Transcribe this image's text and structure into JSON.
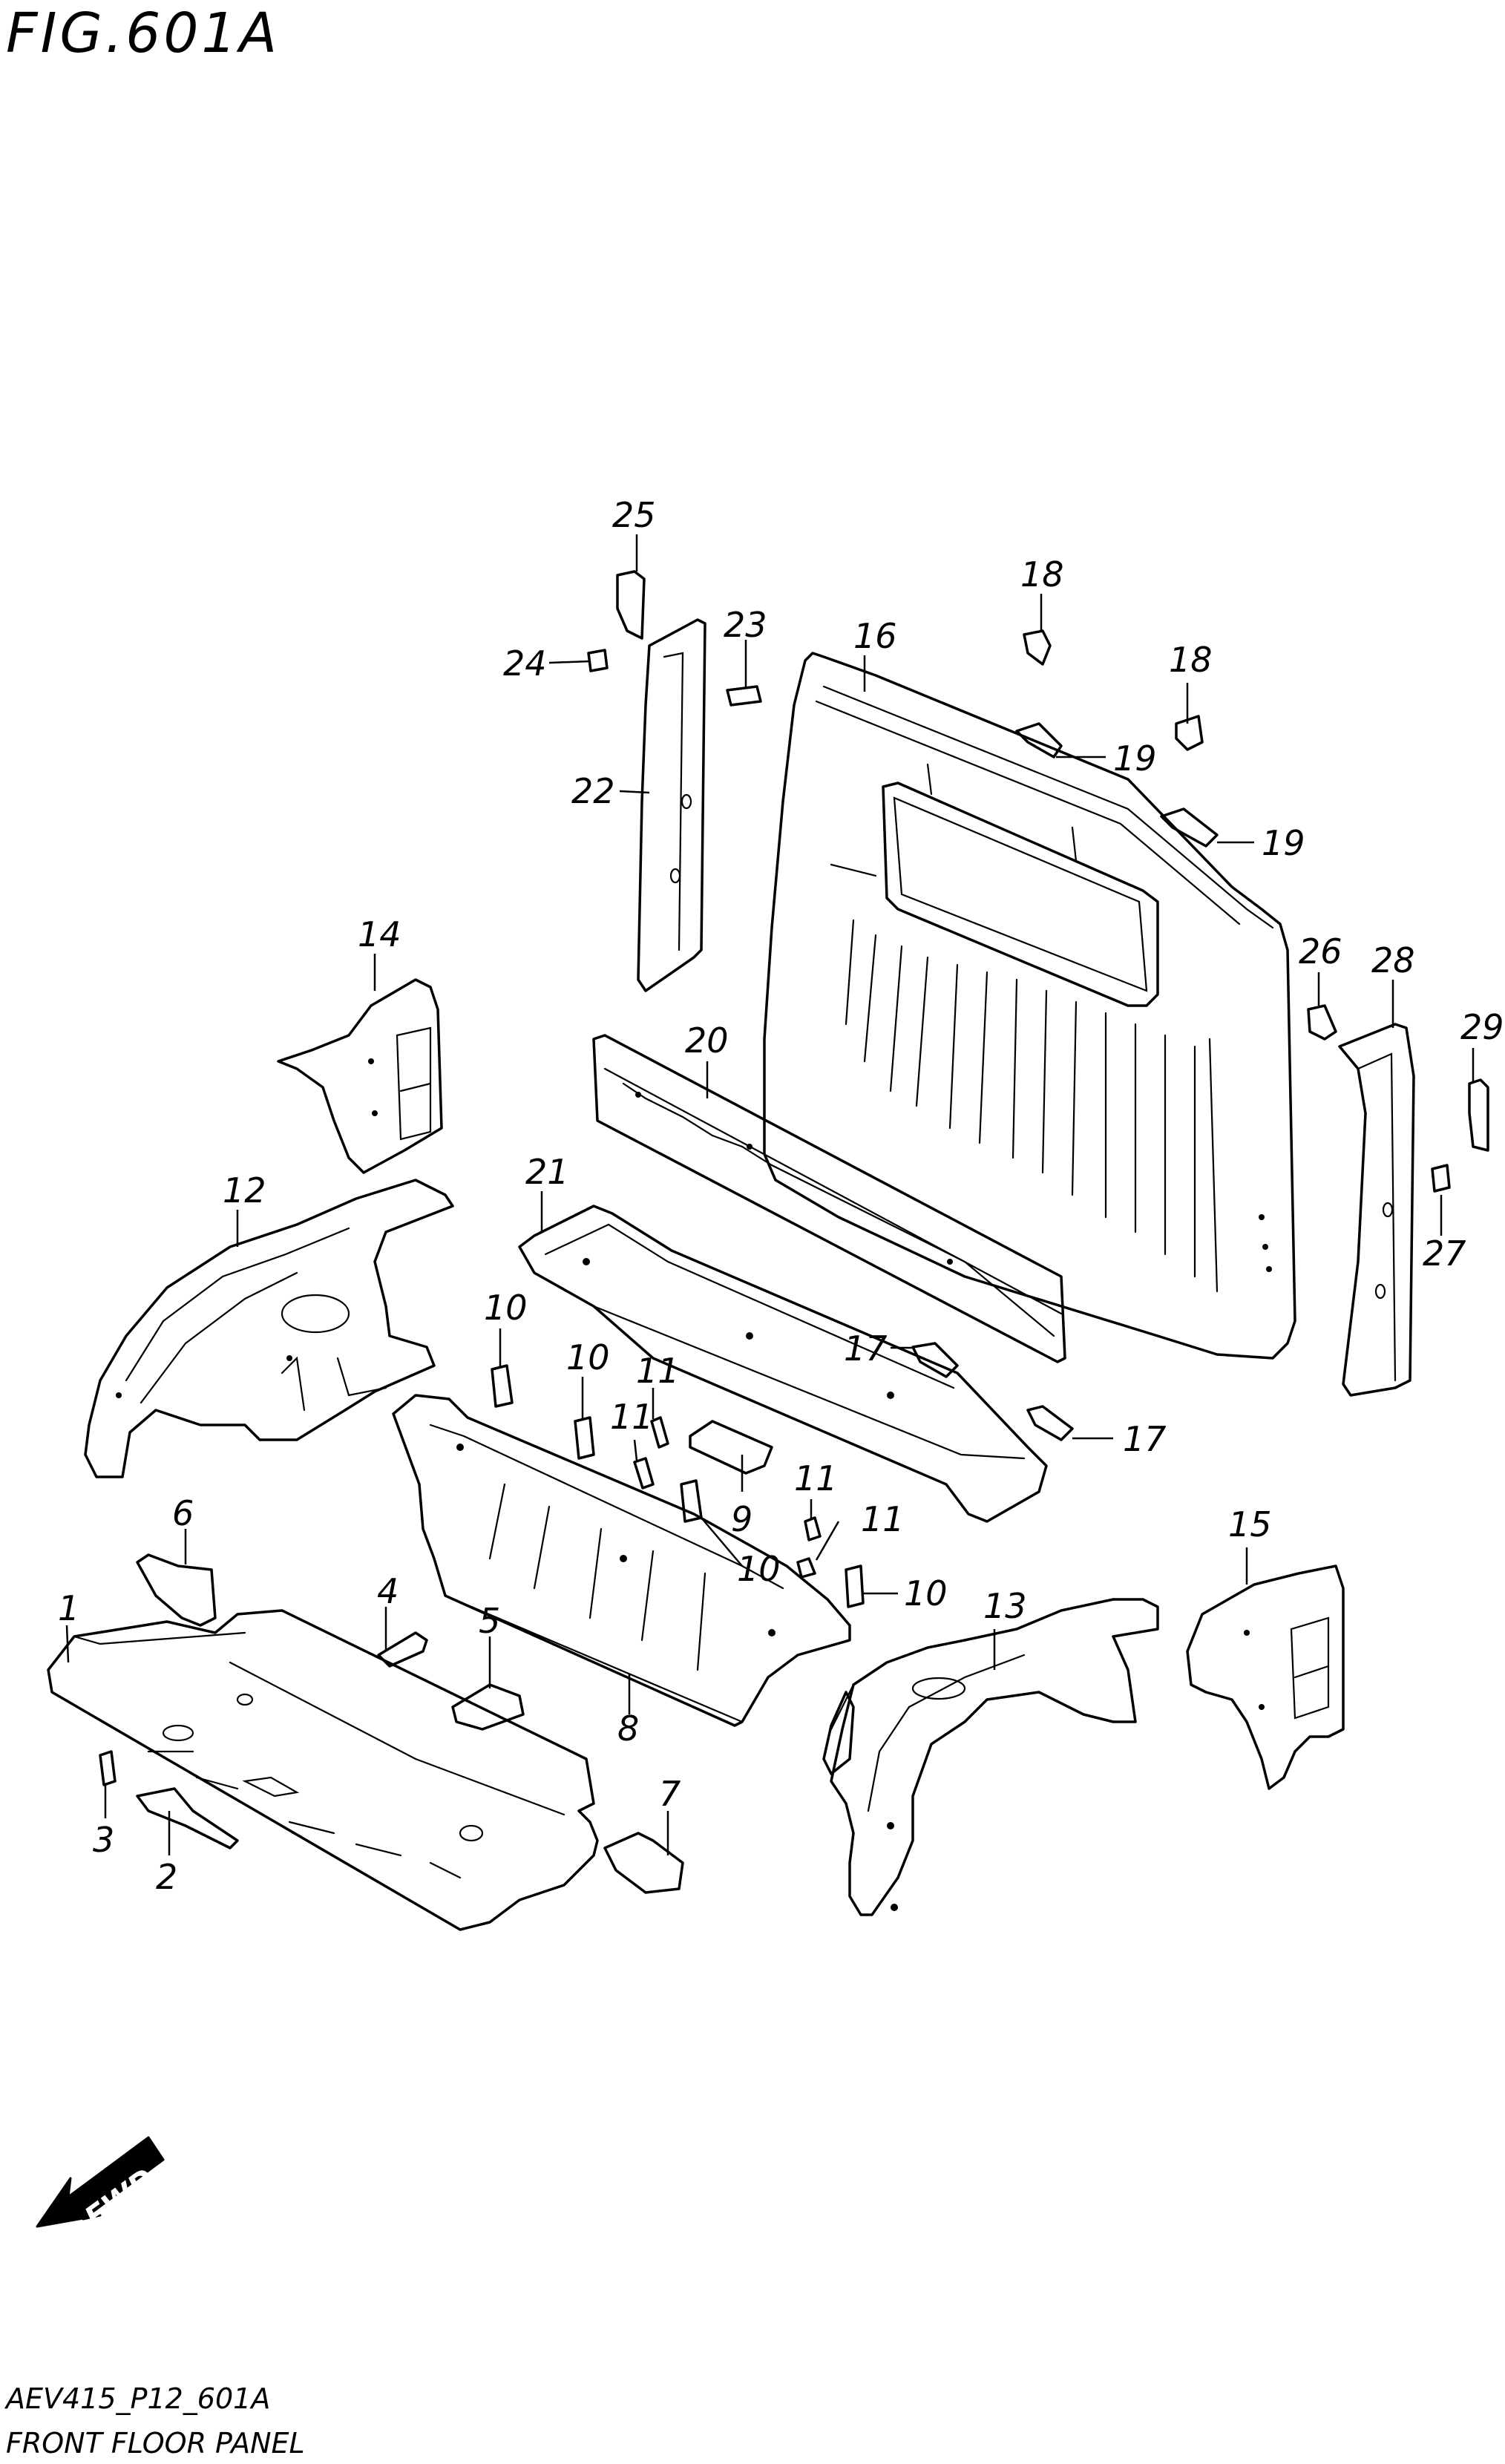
{
  "figure": {
    "title": "FIG.601A"
  },
  "footer": {
    "code": "AEV415_P12_601A",
    "caption": "FRONT FLOOR PANEL"
  },
  "fwd_arrow": {
    "label": "FWD",
    "icon": "fwd-arrow-icon"
  },
  "callouts": [
    {
      "id": "c1",
      "label": "1"
    },
    {
      "id": "c2",
      "label": "2"
    },
    {
      "id": "c3",
      "label": "3"
    },
    {
      "id": "c4",
      "label": "4"
    },
    {
      "id": "c5",
      "label": "5"
    },
    {
      "id": "c6",
      "label": "6"
    },
    {
      "id": "c7",
      "label": "7"
    },
    {
      "id": "c8",
      "label": "8"
    },
    {
      "id": "c9",
      "label": "9"
    },
    {
      "id": "c10a",
      "label": "10"
    },
    {
      "id": "c10b",
      "label": "10"
    },
    {
      "id": "c10c",
      "label": "10"
    },
    {
      "id": "c10d",
      "label": "10"
    },
    {
      "id": "c11a",
      "label": "11"
    },
    {
      "id": "c11b",
      "label": "11"
    },
    {
      "id": "c11c",
      "label": "11"
    },
    {
      "id": "c11d",
      "label": "11"
    },
    {
      "id": "c12",
      "label": "12"
    },
    {
      "id": "c13",
      "label": "13"
    },
    {
      "id": "c14",
      "label": "14"
    },
    {
      "id": "c15",
      "label": "15"
    },
    {
      "id": "c16",
      "label": "16"
    },
    {
      "id": "c17a",
      "label": "17"
    },
    {
      "id": "c17b",
      "label": "17"
    },
    {
      "id": "c18a",
      "label": "18"
    },
    {
      "id": "c18b",
      "label": "18"
    },
    {
      "id": "c19a",
      "label": "19"
    },
    {
      "id": "c19b",
      "label": "19"
    },
    {
      "id": "c20",
      "label": "20"
    },
    {
      "id": "c21",
      "label": "21"
    },
    {
      "id": "c22",
      "label": "22"
    },
    {
      "id": "c23",
      "label": "23"
    },
    {
      "id": "c24",
      "label": "24"
    },
    {
      "id": "c25",
      "label": "25"
    },
    {
      "id": "c26",
      "label": "26"
    },
    {
      "id": "c27",
      "label": "27"
    },
    {
      "id": "c28",
      "label": "28"
    },
    {
      "id": "c29",
      "label": "29"
    }
  ]
}
